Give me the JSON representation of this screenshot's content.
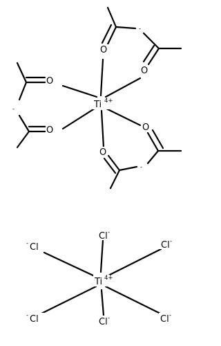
{
  "structure": {
    "complex1": {
      "metal": {
        "symbol": "Ti",
        "charge": "4+"
      },
      "oxygen_symbol": "O",
      "carbanion_charge": "-"
    },
    "complex2": {
      "metal": {
        "symbol": "Ti",
        "charge": "4+"
      },
      "chloride_symbol": "Cl",
      "chloride_charge": "-"
    }
  }
}
